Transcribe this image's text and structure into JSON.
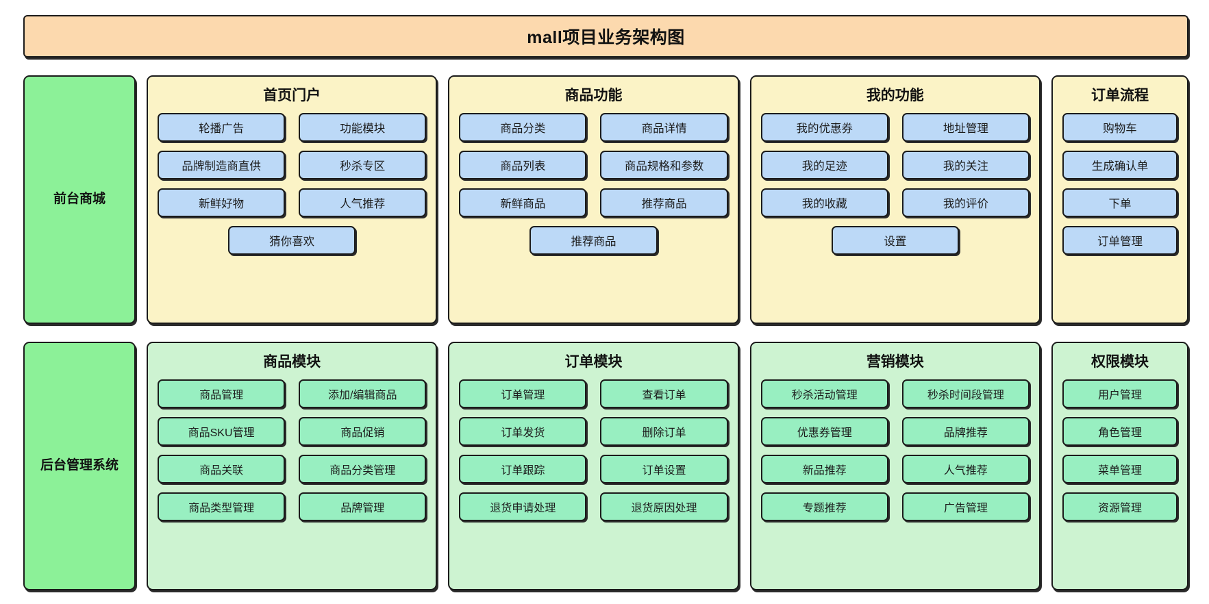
{
  "banner": {
    "title": "mall项目业务架构图",
    "color": "#fcd9ae"
  },
  "rows": [
    {
      "key": "frontend",
      "side_label": "前台商城",
      "side_color": "#8cf198",
      "panel_color": "#fbf3c6",
      "item_color": "#bcd9f7",
      "groups": [
        {
          "title": "首页门户",
          "width": "wide",
          "items": [
            "轮播广告",
            "功能模块",
            "品牌制造商直供",
            "秒杀专区",
            "新鲜好物",
            "人气推荐",
            "猜你喜欢"
          ]
        },
        {
          "title": "商品功能",
          "width": "wide",
          "items": [
            "商品分类",
            "商品详情",
            "商品列表",
            "商品规格和参数",
            "新鲜商品",
            "推荐商品",
            "推荐商品"
          ]
        },
        {
          "title": "我的功能",
          "width": "wide",
          "items": [
            "我的优惠券",
            "地址管理",
            "我的足迹",
            "我的关注",
            "我的收藏",
            "我的评价",
            "设置"
          ]
        },
        {
          "title": "订单流程",
          "width": "narrow",
          "items": [
            "购物车",
            "生成确认单",
            "下单",
            "订单管理"
          ]
        }
      ]
    },
    {
      "key": "backend",
      "side_label": "后台管理系统",
      "side_color": "#8cf198",
      "panel_color": "#cdf3d1",
      "item_color": "#98efc1",
      "groups": [
        {
          "title": "商品模块",
          "width": "wide",
          "items": [
            "商品管理",
            "添加/编辑商品",
            "商品SKU管理",
            "商品促销",
            "商品关联",
            "商品分类管理",
            "商品类型管理",
            "品牌管理"
          ]
        },
        {
          "title": "订单模块",
          "width": "wide",
          "items": [
            "订单管理",
            "查看订单",
            "订单发货",
            "删除订单",
            "订单跟踪",
            "订单设置",
            "退货申请处理",
            "退货原因处理"
          ]
        },
        {
          "title": "营销模块",
          "width": "wide",
          "items": [
            "秒杀活动管理",
            "秒杀时间段管理",
            "优惠券管理",
            "品牌推荐",
            "新品推荐",
            "人气推荐",
            "专题推荐",
            "广告管理"
          ]
        },
        {
          "title": "权限模块",
          "width": "narrow",
          "items": [
            "用户管理",
            "角色管理",
            "菜单管理",
            "资源管理"
          ]
        }
      ]
    }
  ]
}
